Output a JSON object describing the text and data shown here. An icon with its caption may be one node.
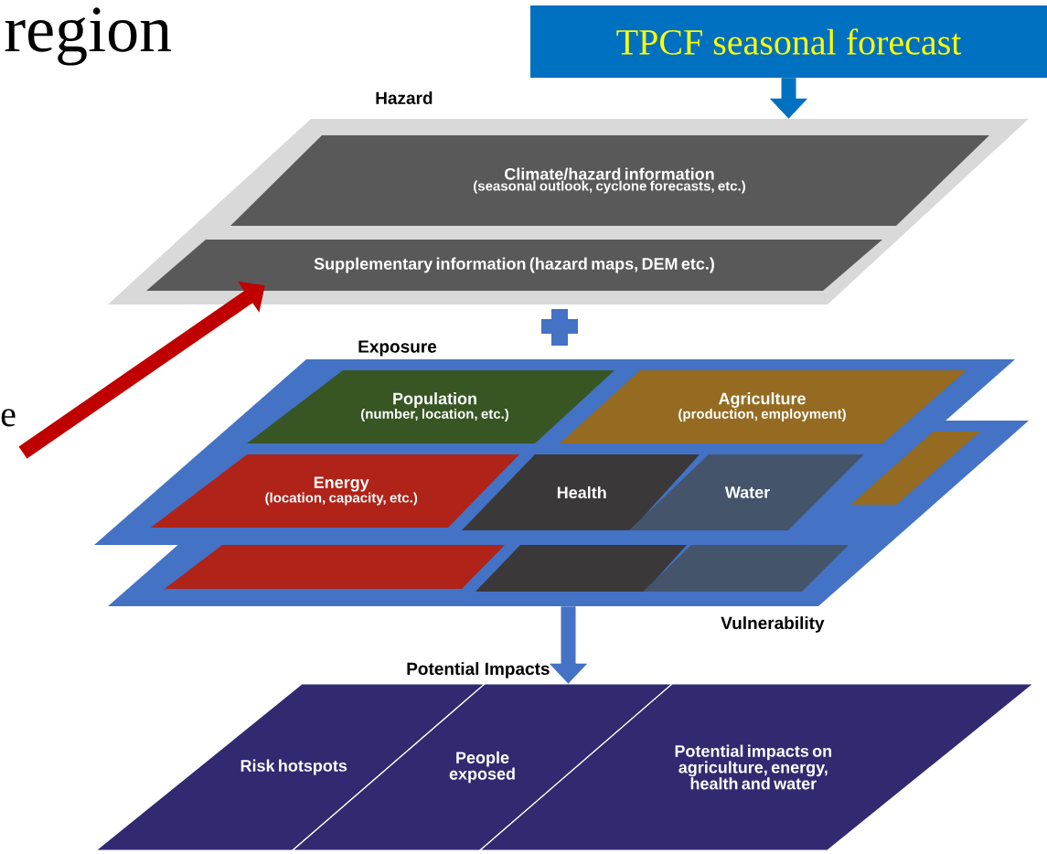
{
  "diagram": {
    "nodes": [
      {
        "text": [
          "TPCF seasonal forecast"
        ]
      },
      {
        "text": [
          "Hazard"
        ]
      },
      {
        "text": [
          "Climate/hazard information",
          "(seasonal outlook, cyclone forecasts, etc.)"
        ],
        "in": 1
      },
      {
        "text": [
          "Supplementary information (hazard maps, DEM etc.)"
        ],
        "in": 1
      },
      {
        "text": [
          "Exposure"
        ]
      },
      {
        "text": [
          "Population",
          "(number, location, etc.)"
        ],
        "in": 4
      },
      {
        "text": [
          "Agriculture",
          "(production, employment)"
        ],
        "in": 4
      },
      {
        "text": [
          "Energy",
          "(location, capacity, etc.)"
        ]
      },
      {
        "text": [
          "Health"
        ]
      },
      {
        "text": [
          "Water"
        ]
      },
      {
        "text": [
          "Vulnerability"
        ]
      },
      {
        "text": [],
        "shape": "box",
        "in": 10
      },
      {
        "text": [],
        "shape": "box",
        "in": 10
      },
      {
        "text": [],
        "shape": "box",
        "in": 10
      },
      {
        "text": [],
        "shape": "box",
        "in": 10
      },
      {
        "text": [
          "Potential Impacts"
        ]
      },
      {
        "text": [
          "Risk hotspots"
        ],
        "in": 15
      },
      {
        "text": [
          "People exposed"
        ],
        "in": 15
      },
      {
        "text": [
          "Potential impacts on agriculture, energy, health and water"
        ],
        "in": 15
      }
    ],
    "edges": [
      {
        "from": 0,
        "to": 1,
        "arrow": "to",
        "color": "#0070c0"
      },
      {
        "from": null,
        "to": 3,
        "arrow": "to",
        "color": "#c00000"
      },
      {
        "from": 10,
        "to": 15,
        "arrow": "to",
        "color": "#4472c4"
      }
    ],
    "labels": [
      "region",
      "e"
    ]
  }
}
